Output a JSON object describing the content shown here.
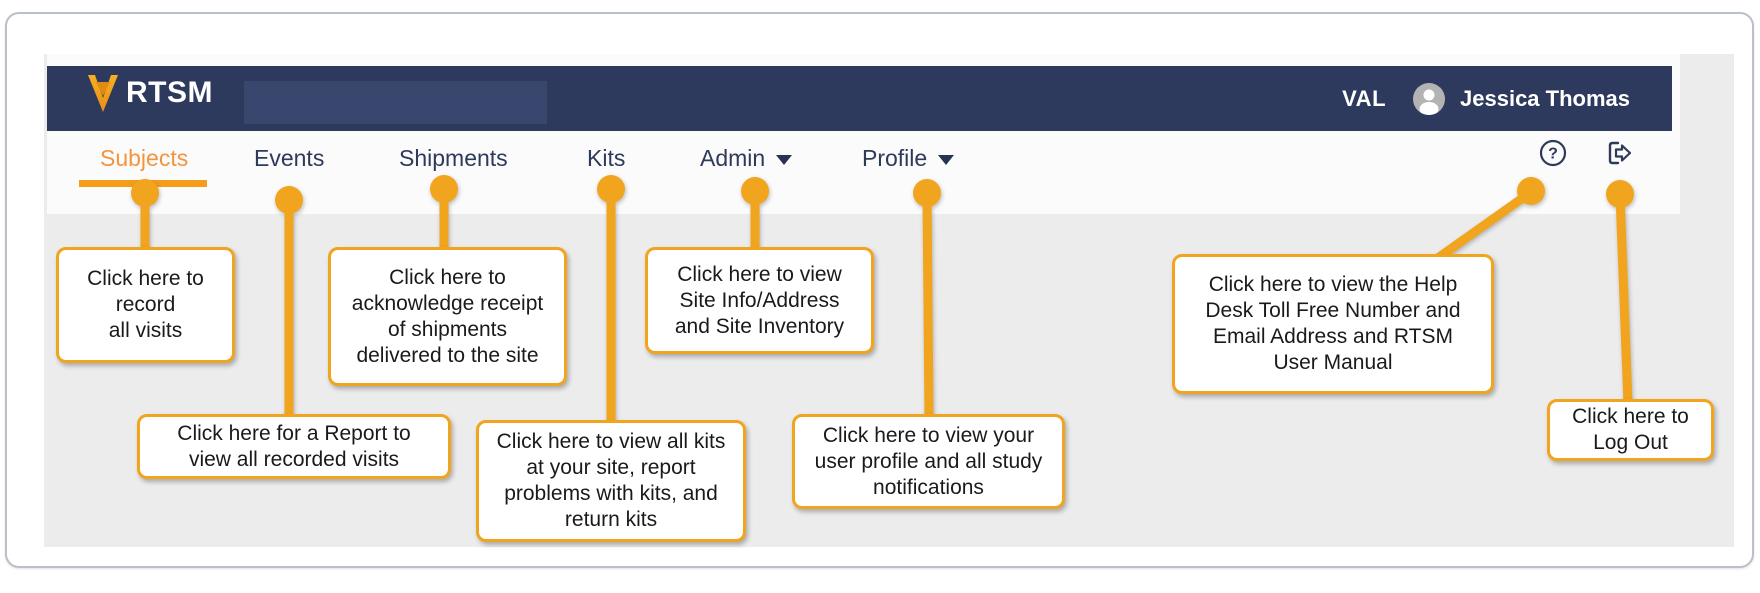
{
  "colors": {
    "accent_orange": "#f1a41e",
    "active_tab_orange": "#f2953e",
    "header_navy": "#2d3a5e",
    "background_gray": "#ececec"
  },
  "header": {
    "logo": "RTSM",
    "environment_label": "VAL",
    "user_name": "Jessica Thomas"
  },
  "nav": {
    "items": [
      {
        "label": "Subjects",
        "active": true,
        "has_dropdown": false
      },
      {
        "label": "Events",
        "active": false,
        "has_dropdown": false
      },
      {
        "label": "Shipments",
        "active": false,
        "has_dropdown": false
      },
      {
        "label": "Kits",
        "active": false,
        "has_dropdown": false
      },
      {
        "label": "Admin",
        "active": false,
        "has_dropdown": true
      },
      {
        "label": "Profile",
        "active": false,
        "has_dropdown": true
      }
    ],
    "icon_buttons": [
      {
        "name": "help-icon"
      },
      {
        "name": "logout-icon"
      }
    ]
  },
  "callouts": [
    {
      "target": "Subjects",
      "text": "Click here to\nrecord\nall visits"
    },
    {
      "target": "Events",
      "text": "Click here for a Report to\nview all recorded visits"
    },
    {
      "target": "Shipments",
      "text": "Click here to\nacknowledge receipt\nof shipments\ndelivered to the site"
    },
    {
      "target": "Kits",
      "text": "Click here to view all kits\nat your site, report\nproblems with kits, and\nreturn kits"
    },
    {
      "target": "Admin",
      "text": "Click here to view\nSite Info/Address\nand Site Inventory"
    },
    {
      "target": "Profile",
      "text": "Click here to view your\nuser profile and all study\nnotifications"
    },
    {
      "target": "Help",
      "text": "Click here to view the Help\nDesk Toll Free Number and\nEmail Address and RTSM\nUser Manual"
    },
    {
      "target": "Logout",
      "text": "Click here to\nLog Out"
    }
  ]
}
